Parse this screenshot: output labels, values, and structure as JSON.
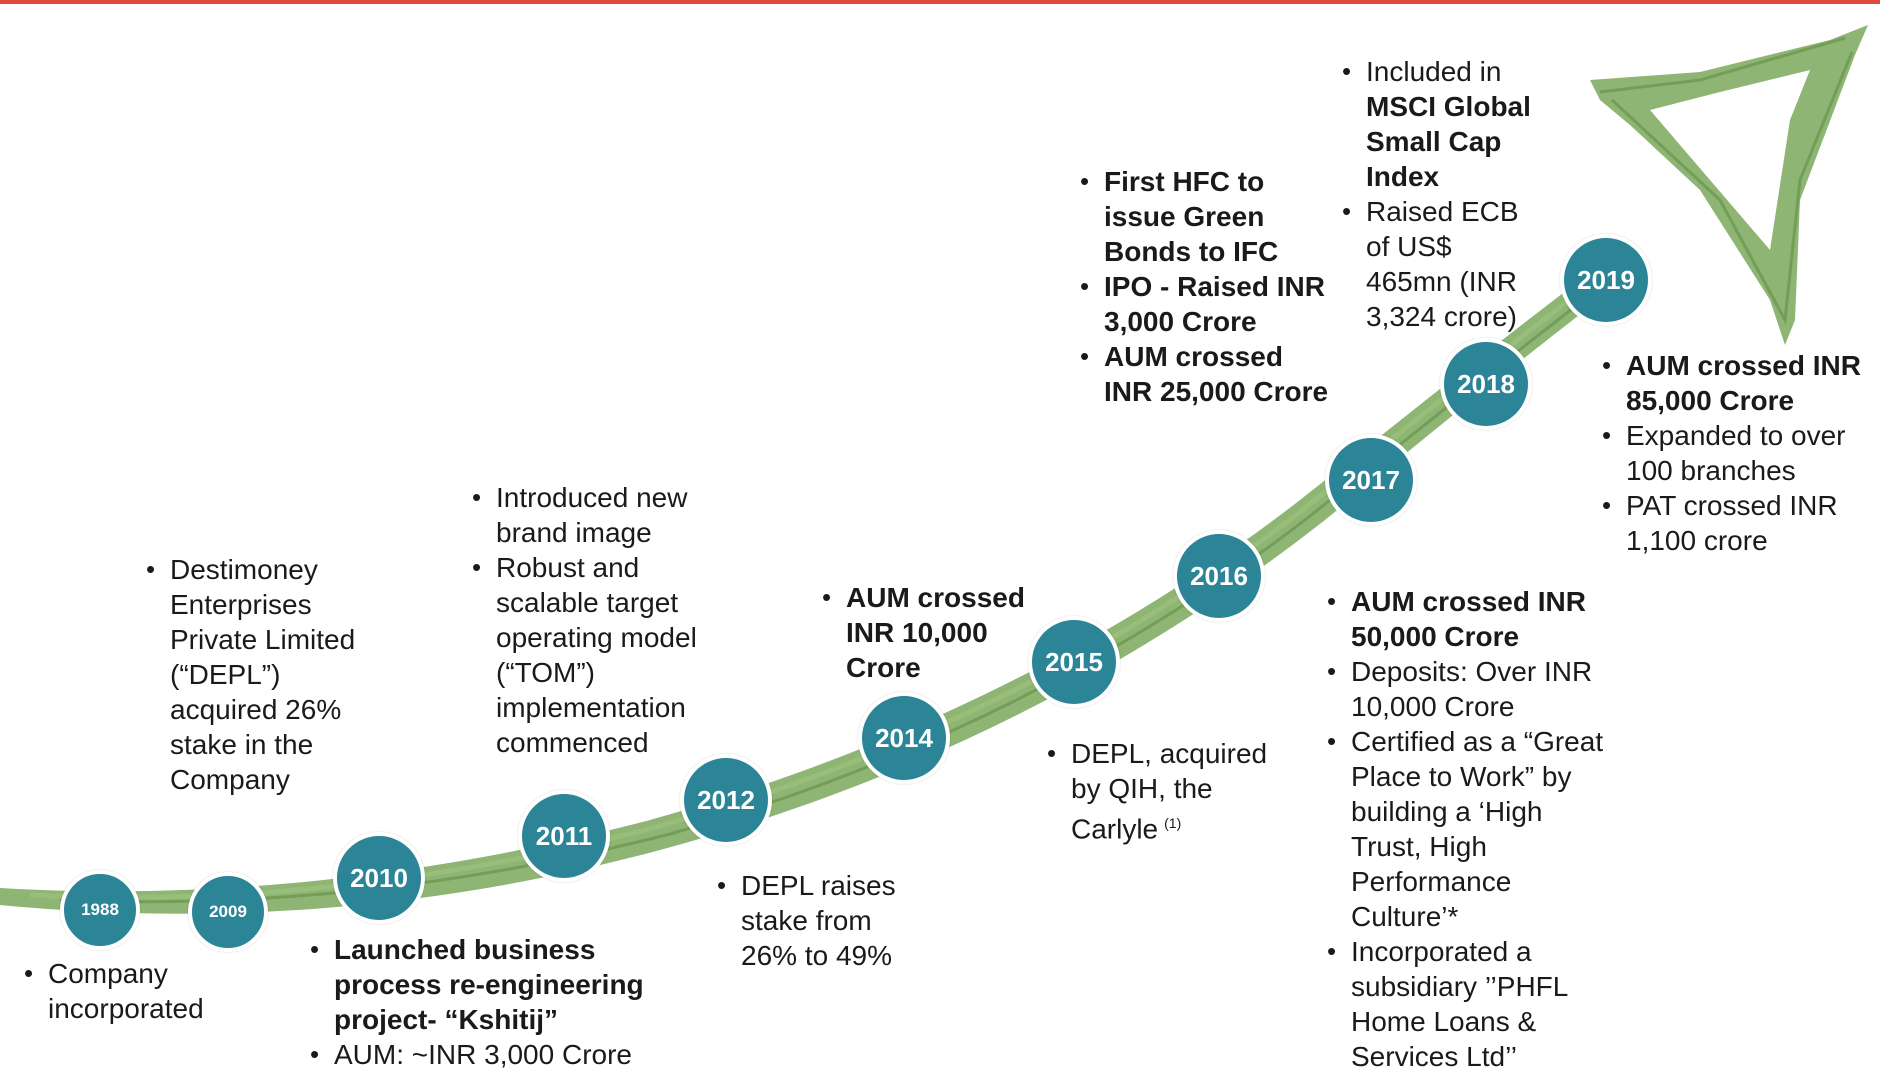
{
  "colors": {
    "accent_line": "#e04a3a",
    "node_fill": "#2b8597",
    "swoosh": "#7aa85a"
  },
  "nodes": {
    "y1988": "1988",
    "y2009": "2009",
    "y2010": "2010",
    "y2011": "2011",
    "y2012": "2012",
    "y2014": "2014",
    "y2015": "2015",
    "y2016": "2016",
    "y2017": "2017",
    "y2018": "2018",
    "y2019": "2019"
  },
  "events": {
    "e1988": {
      "b1": "Company incorporated"
    },
    "e2009": {
      "b1": "Destimoney Enterprises Private Limited (“DEPL”) acquired 26% stake in the Company"
    },
    "e2010": {
      "b1": "Launched business process re-engineering project- “Kshitij”",
      "b2": "AUM: ~INR 3,000  Crore"
    },
    "e2011": {
      "b1": "Introduced new brand image",
      "b2": "Robust and scalable target operating model (“TOM”) implementation commenced"
    },
    "e2012": {
      "b1": "DEPL raises stake from 26% to 49%"
    },
    "e2014": {
      "b1": "AUM crossed INR 10,000 Crore"
    },
    "e2015": {
      "b1": "DEPL, acquired by QIH, the Carlyle",
      "ref": "(1)"
    },
    "e2016": {
      "b1": "First HFC to issue Green Bonds to IFC",
      "b2": "IPO - Raised INR 3,000 Crore",
      "b3": "AUM crossed INR 25,000 Crore"
    },
    "e2017": {
      "b1": "AUM crossed INR 50,000 Crore",
      "b2": "Deposits: Over INR 10,000 Crore",
      "b3": "Certified as a “Great Place to Work” by building a ‘High Trust, High Performance Culture’*",
      "b4": "Incorporated a subsidiary ’’PHFL Home Loans & Services Ltd’’"
    },
    "e2018": {
      "b1_pre": "Included in",
      "b1_bold": "MSCI Global Small Cap Index",
      "b2": "Raised ECB of US$ 465mn (INR 3,324 crore)"
    },
    "e2019": {
      "b1": "AUM crossed INR 85,000 Crore",
      "b2": "Expanded to over 100 branches",
      "b3": "PAT crossed INR 1,100 crore"
    }
  }
}
